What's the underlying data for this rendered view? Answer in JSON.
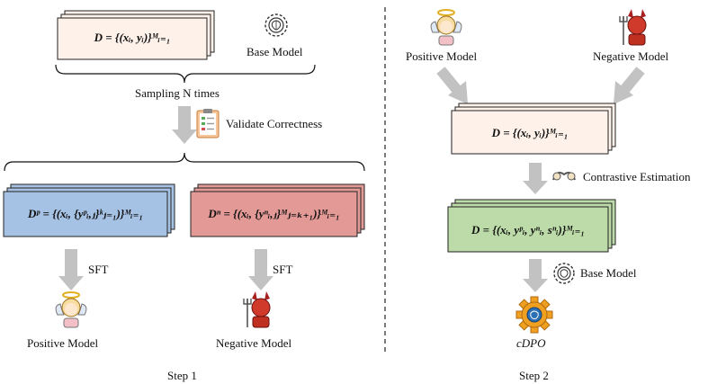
{
  "step1": {
    "dataset_formula": "D = {(xᵢ, yᵢ)}ᴹᵢ₌₁",
    "base_model_label": "Base Model",
    "sampling_label": "Sampling N times",
    "validate_label": "Validate Correctness",
    "positive_set_formula": "Dᵖ = {(xᵢ, {yᵖᵢ,ⱼ}ᵏⱼ₌₁)}ᴹᵢ₌₁",
    "negative_set_formula": "Dⁿ = {(xᵢ, {yⁿᵢ,ⱼ}ᴹⱼ₌ₖ₊₁)}ᴹᵢ₌₁",
    "sft_left": "SFT",
    "sft_right": "SFT",
    "positive_model_label": "Positive Model",
    "negative_model_label": "Negative Model",
    "caption": "Step 1"
  },
  "step2": {
    "positive_model_label": "Positive Model",
    "negative_model_label": "Negative Model",
    "dataset_formula": "D = {(xᵢ, yᵢ)}ᴹᵢ₌₁",
    "contrastive_label": "Contrastive Estimation",
    "scored_formula": "D = {(xᵢ, yᵖᵢ, yⁿᵢ, sⁿᵢ)}ᴹᵢ₌₁",
    "base_model_label": "Base Model",
    "output_label": "cDPO",
    "caption": "Step 2"
  },
  "colors": {
    "cream": "#fdf1ea",
    "blue": "#a5c1e3",
    "red": "#e39996",
    "green": "#bcdba8",
    "arrow": "#c2c2c2",
    "gear": "#f0a020"
  }
}
